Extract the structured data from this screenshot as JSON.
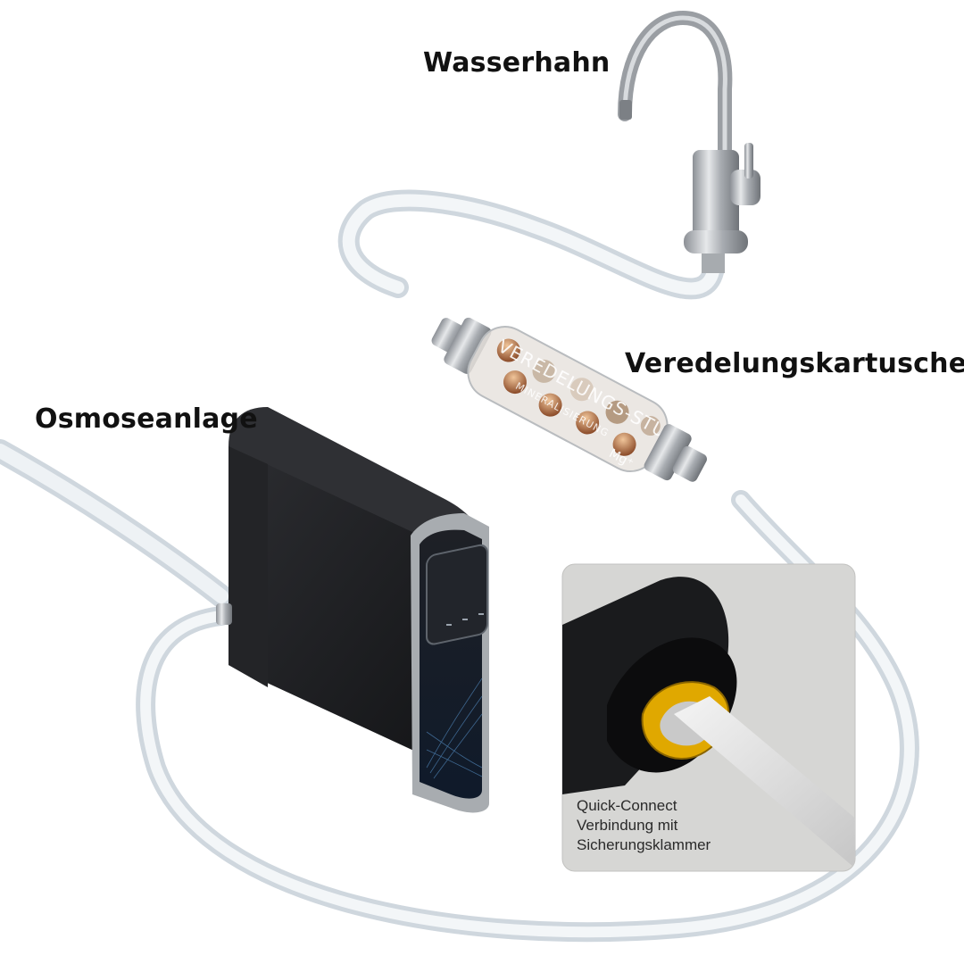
{
  "labels": {
    "faucet": "Wasserhahn",
    "cartridge": "Veredelungskartusche",
    "osmosis": "Osmoseanlage"
  },
  "cartridge_print": {
    "line1": "VEREDELUNGS-STUFE",
    "line2": "MINERALISIERUNG",
    "line3": "Mg⁺"
  },
  "inset": {
    "caption_lines": [
      "Quick-Connect",
      "Verbindung mit",
      "Sicherungsklammer"
    ]
  },
  "colors": {
    "tube": "#dfe6ec",
    "device_body": "#1b1c1f",
    "chrome": "#b8bcc1",
    "inset_bg": "#d6d6d4",
    "clip": "#e0a800"
  }
}
